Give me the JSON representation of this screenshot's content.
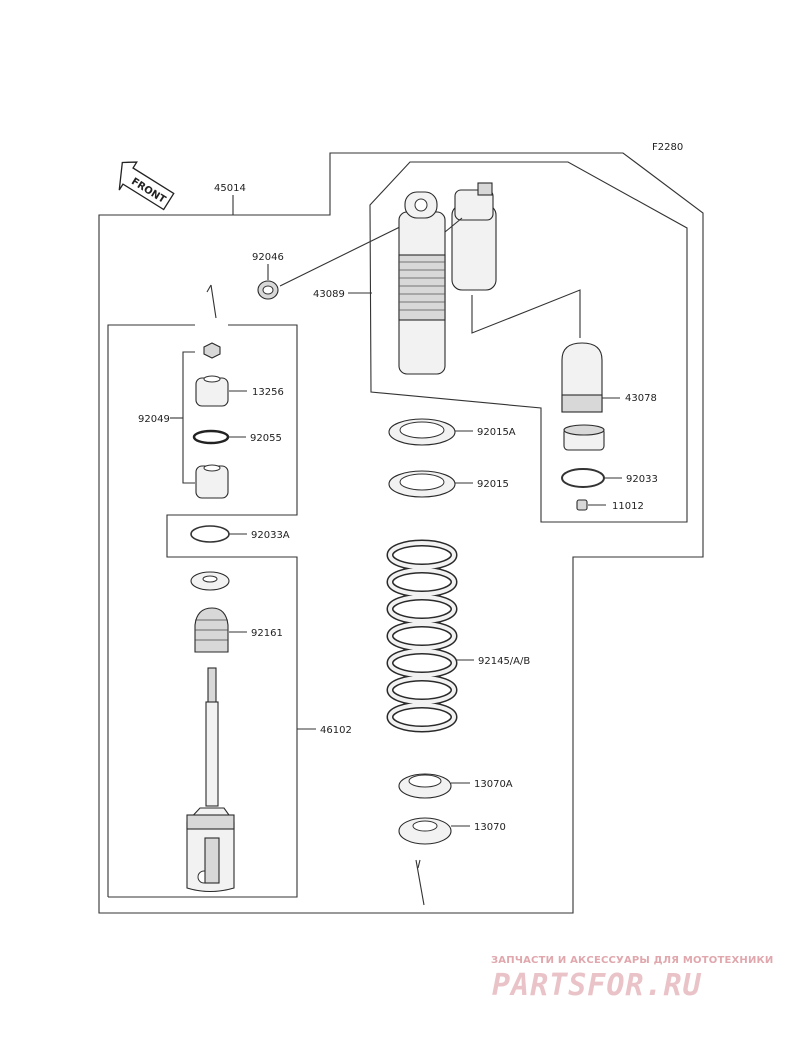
{
  "diagram_code": "F2280",
  "front_label": "FRONT",
  "labels": {
    "p45014": "45014",
    "p92046": "92046",
    "p43089": "43089",
    "p43078": "43078",
    "p13256": "13256",
    "p92049": "92049",
    "p92055": "92055",
    "p92015A": "92015A",
    "p92015": "92015",
    "p92033": "92033",
    "p11012": "11012",
    "p92033A": "92033A",
    "p92161": "92161",
    "p92145": "92145/A/B",
    "p46102": "46102",
    "p13070A": "13070A",
    "p13070": "13070"
  },
  "watermark": {
    "caption": "ЗАПЧАСТИ И АКСЕССУАРЫ ДЛЯ МОТОТЕХНИКИ",
    "logo": "PARTSFOR.RU",
    "color": "#e0a7ad"
  }
}
